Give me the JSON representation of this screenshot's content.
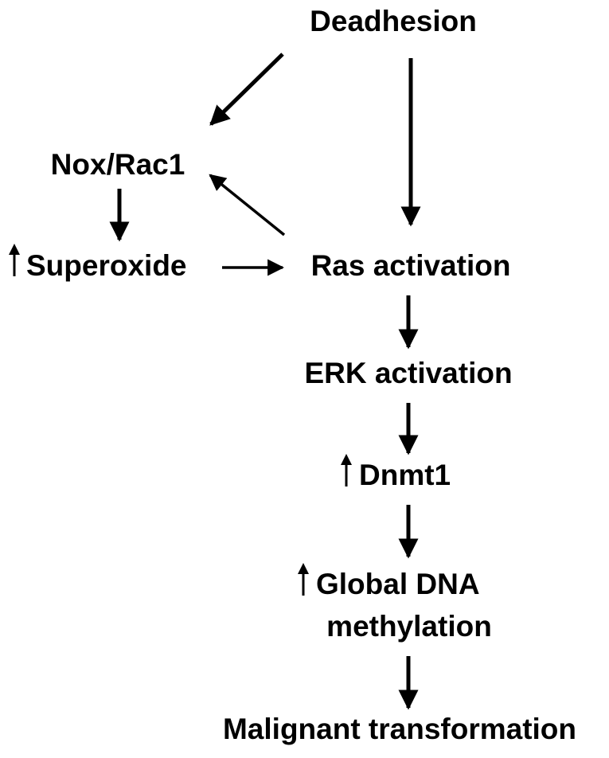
{
  "nodes": {
    "deadhesion": "Deadhesion",
    "nox_rac1": "Nox/Rac1",
    "superoxide": "Superoxide",
    "ras_activation": "Ras activation",
    "erk_activation": "ERK activation",
    "dnmt1": "Dnmt1",
    "global_dna_line1": "Global DNA",
    "global_dna_line2": "methylation",
    "malignant_transformation": "Malignant transformation"
  },
  "increase_indicators": [
    "superoxide",
    "dnmt1",
    "global_dna_methylation"
  ],
  "edges": [
    {
      "from": "deadhesion",
      "to": "nox_rac1"
    },
    {
      "from": "deadhesion",
      "to": "ras_activation"
    },
    {
      "from": "nox_rac1",
      "to": "superoxide"
    },
    {
      "from": "superoxide",
      "to": "ras_activation"
    },
    {
      "from": "ras_activation",
      "to": "nox_rac1"
    },
    {
      "from": "ras_activation",
      "to": "erk_activation"
    },
    {
      "from": "erk_activation",
      "to": "dnmt1"
    },
    {
      "from": "dnmt1",
      "to": "global_dna_methylation"
    },
    {
      "from": "global_dna_methylation",
      "to": "malignant_transformation"
    }
  ],
  "colors": {
    "text": "#000000",
    "arrows": "#000000",
    "background": "#ffffff"
  }
}
